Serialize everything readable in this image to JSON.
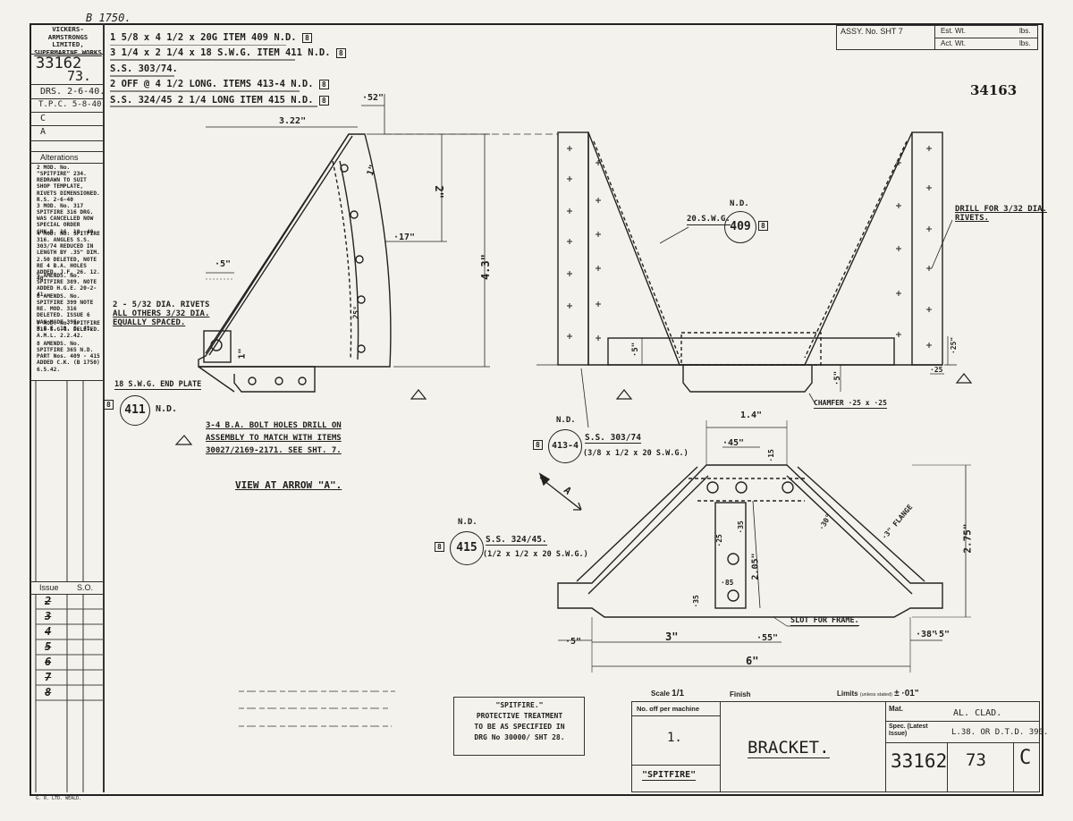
{
  "top_ref": "B 1750.",
  "company": [
    "VICKERS-ARMSTRONGS",
    "LIMITED,",
    "SUPERMARINE WORKS"
  ],
  "drawing_ref": {
    "number": "33162",
    "sheet": "73."
  },
  "drawn": "DRS. 2-6-40.",
  "traced": "T.P.C. 5-8-40.",
  "checked": "C",
  "approved": "A",
  "alterations_title": "Alterations",
  "alterations": [
    {
      "no": "2",
      "text": "MOD. No. \"SPITFIRE\" 234. REDRAWN TO SUIT SHOP TEMPLATE, RIVETS DIMENSIONED. R.S. 2-6-40"
    },
    {
      "no": "3",
      "text": "MOD. No. 317 SPITFIRE 316 DRG. WAS CANCELLED NOW SPECIAL ORDER GHK.B. 16. 10. 40"
    },
    {
      "no": "4",
      "text": "MOD. No. SPITFIRE 316. ANGLES S.S. 303/74 REDUCED IN LENGTH BY .35\" DIM. 2.50 DELETED, NOTE RE 4 B.A. HOLES ADDED. J.F. 26. 12. 40."
    },
    {
      "no": "5",
      "text": "AMENDS. No. SPITFIRE 389. NOTE ADDED H.G.E. 20-2-41."
    },
    {
      "no": "6",
      "text": "AMENDS. No. SPITFIRE 399 NOTE RE. MOD. 316 DELETED. ISSUE 6 WAS MADE 395. H.G.E. 19. 6. 41."
    },
    {
      "no": "7",
      "text": "MOD. No. SPITFIRE 316 S.G.G. DELETED. A.M.L. 2.2.42."
    },
    {
      "no": "8",
      "text": "AMENDS. No. SPITFIRE 365 N.D. PART Nos. 409 - 415 ADDED C.K. (B 1750) 6.5.42."
    }
  ],
  "issue_header": [
    "Issue",
    "S.O."
  ],
  "issues": [
    "2",
    "3",
    "4",
    "5",
    "6",
    "7",
    "8"
  ],
  "item_list": [
    {
      "text": "1 5/8 x 4 1/2 x 20G   ITEM 409 N.D.",
      "rev": "8"
    },
    {
      "text": "3 1/4 x 2 1/4 x 18 S.W.G.   ITEM 411 N.D.",
      "rev": "8"
    },
    {
      "text": "S.S. 303/74.",
      "rev": ""
    },
    {
      "text": "2 OFF @ 4 1/2 LONG.    ITEMS 413-4 N.D.",
      "rev": "8"
    },
    {
      "text": "S.S. 324/45  2 1/4 LONG   ITEM 415 N.D.",
      "rev": "8"
    }
  ],
  "assy": {
    "label": "ASSY. No. SHT 7",
    "est": "Est. Wt.",
    "act": "Act. Wt.",
    "unit": "lbs."
  },
  "corner_number": "34163",
  "left_view": {
    "dims": [
      "3.22\"",
      "·52\"",
      "1\"",
      "2\"",
      "·17\"",
      "4.3\"",
      "·5\"",
      "1\"",
      "25°"
    ],
    "rivets_note": [
      "2 - 5/32 DIA. RIVETS",
      "ALL OTHERS 3/32 DIA.",
      "EQUALLY SPACED."
    ],
    "end_plate": "18 S.W.G. END PLATE",
    "item": "411",
    "item_suffix": "N.D.",
    "rev": "8",
    "bolt_note": [
      "3-4 B.A. BOLT HOLES DRILL ON",
      "ASSEMBLY TO MATCH WITH ITEMS",
      "30027/2169-2171. SEE SHT. 7."
    ],
    "view_title": "VIEW AT ARROW \"A\"."
  },
  "front_view": {
    "gauge": "20.S.W.G.",
    "item": "409",
    "item_prefix": "N.D.",
    "rev": "8",
    "drill_note": [
      "DRILL FOR 3/32 DIA.",
      "RIVETS."
    ],
    "dims": [
      "·5\"",
      "·25\"",
      "·25",
      "·5\""
    ],
    "chamfer": "CHAMFER ·25 x ·25"
  },
  "angle_callout": {
    "prefix": "N.D.",
    "item": "413-4",
    "rev": "8",
    "spec": "S.S. 303/74",
    "size": "(3/8 x 1/2 x 20 S.W.G.)"
  },
  "tee_callout": {
    "prefix": "N.D.",
    "item": "415",
    "rev": "8",
    "spec": "S.S. 324/45.",
    "size": "(1/2 x 1/2 x 20 S.W.G.)"
  },
  "plan_view": {
    "dims": [
      "1.4\"",
      "·45\"",
      "·15",
      "·30°",
      "·3\" FLANGE",
      "·25",
      "·35",
      "2.05\"",
      "·85",
      "·35",
      "2.75\"",
      "·5\"",
      "3\"",
      "·55\"",
      "·38\"",
      "·5\"",
      "6\""
    ],
    "slot": "SLOT FOR FRAME.",
    "arrow": "A"
  },
  "stamp_note": [
    "\"SPITFIRE.\"",
    "PROTECTIVE TREATMENT",
    "TO BE AS SPECIFIED IN",
    "DRG No 30000/ SHT 28."
  ],
  "title_block": {
    "scale_label": "Scale",
    "scale": "1/1",
    "finish": "Finish",
    "limits_label": "Limits",
    "limits_sub": "(unless stated)",
    "limits": "± ·01\"",
    "no_off_label": "No. off per machine",
    "no_off": "1.",
    "aircraft": "\"SPITFIRE\"",
    "title": "BRACKET.",
    "mat_label": "Mat.",
    "mat": "AL. CLAD.",
    "spec_label": "Spec. (Latest Issue)",
    "spec": "L.38. OR D.T.D. 390.",
    "drawing_no": "33162",
    "sheet": "73",
    "issue": "C"
  },
  "printer": "G. R. LTD. WEALD."
}
